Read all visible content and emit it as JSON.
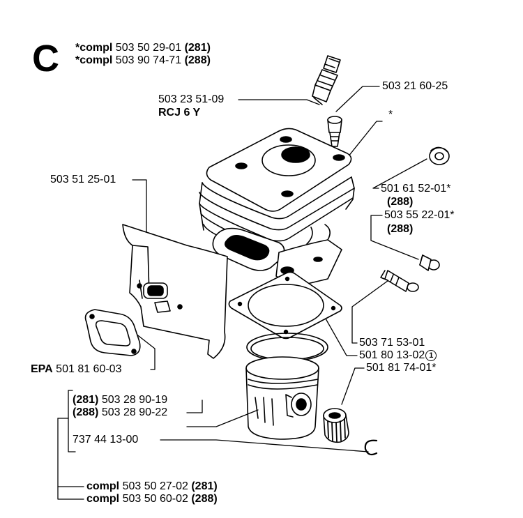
{
  "section_letter": "C",
  "header": {
    "line1": {
      "prefix": "*compl",
      "number": "503 50 29-01",
      "model": "(281)"
    },
    "line2": {
      "prefix": "*compl",
      "number": "503 90 74-71",
      "model": "(288)"
    }
  },
  "parts": {
    "spark_plug": {
      "number": "503 23 51-09",
      "type": "RCJ 6 Y"
    },
    "bolt": {
      "number": "503 21 60-25"
    },
    "cylinder": {
      "mark": "*"
    },
    "heat_shield": {
      "number": "503 51 25-01"
    },
    "plug_cap": {
      "number": "501 61 52-01*",
      "model": "(288)"
    },
    "decomp_valve": {
      "number": "503 55 22-01*",
      "model": "(288)"
    },
    "valve": {
      "number": "503 71 53-01"
    },
    "base_gasket": {
      "number": "501 80 13-02",
      "circled": "1"
    },
    "needle_bearing": {
      "number": "501 81 74-01*"
    },
    "exhaust_gasket": {
      "prefix": "EPA",
      "number": "501 81 60-03"
    },
    "piston_281": {
      "model": "(281)",
      "number": "503 28 90-19"
    },
    "piston_288": {
      "model": "(288)",
      "number": "503 28 90-22"
    },
    "circlip": {
      "number": "737 44 13-00"
    },
    "piston_kit_281": {
      "prefix": "compl",
      "number": "503 50 27-02",
      "model": "(281)"
    },
    "piston_kit_288": {
      "prefix": "compl",
      "number": "503 50 60-02",
      "model": "(288)"
    }
  }
}
